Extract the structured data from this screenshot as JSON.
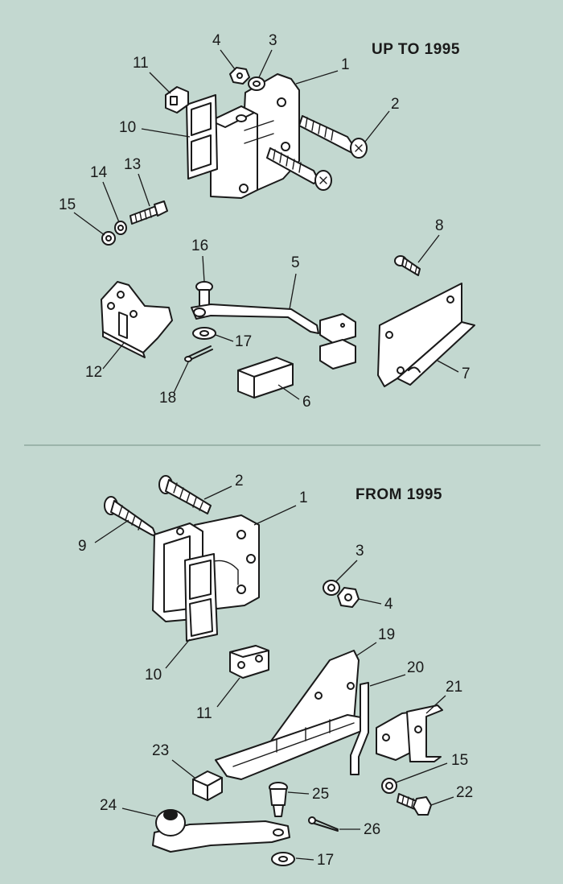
{
  "headings": {
    "top": "UP TO 1995",
    "bottom": "FROM 1995"
  },
  "top_labels": {
    "l1": "1",
    "l2": "2",
    "l3": "3",
    "l4": "4",
    "l5": "5",
    "l6": "6",
    "l7": "7",
    "l8": "8",
    "l10": "10",
    "l11": "11",
    "l12": "12",
    "l13": "13",
    "l14": "14",
    "l15": "15",
    "l16": "16",
    "l17": "17",
    "l18": "18"
  },
  "bottom_labels": {
    "l1": "1",
    "l2": "2",
    "l3": "3",
    "l4": "4",
    "l9": "9",
    "l10": "10",
    "l11": "11",
    "l15": "15",
    "l17": "17",
    "l19": "19",
    "l20": "20",
    "l21": "21",
    "l22": "22",
    "l23": "23",
    "l24": "24",
    "l25": "25",
    "l26": "26"
  },
  "colors": {
    "background": "#c3d8d0",
    "ink": "#1a1a1a",
    "divider": "#8ea79e"
  }
}
